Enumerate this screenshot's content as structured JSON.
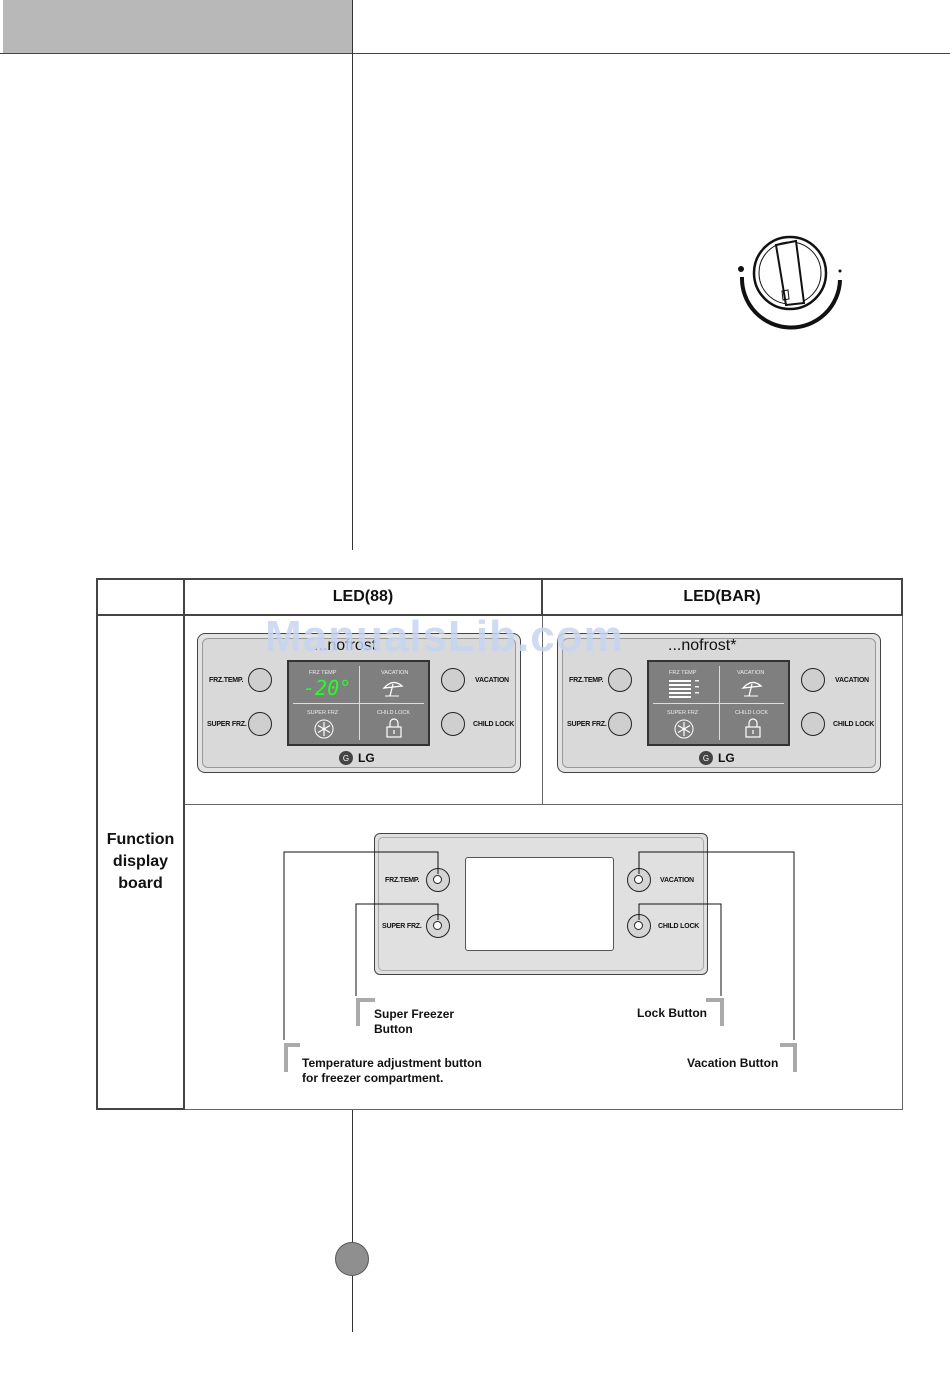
{
  "table": {
    "col1_header": "LED(88)",
    "col2_header": "LED(BAR)",
    "row_header": "Function display board"
  },
  "panel_88": {
    "brand": "...nofrost",
    "lg": "LG",
    "frz_temp": "FRZ.TEMP.",
    "super_frz": "SUPER FRZ.",
    "vacation": "VACATION",
    "child_lock": "CHILD LOCK",
    "disp_frz_temp": "FRZ TEMP",
    "disp_vacation": "VACATION",
    "disp_super_frz": "SUPER FRZ",
    "disp_child_lock": "CHILD LOCK",
    "temp_readout": "-20°"
  },
  "panel_bar": {
    "brand": "...nofrost*",
    "lg": "LG",
    "frz_temp": "FRZ.TEMP.",
    "super_frz": "SUPER FRZ.",
    "vacation": "VACATION",
    "child_lock": "CHILD LOCK",
    "disp_frz_temp": "FRZ TEMP",
    "disp_vacation": "VACATION",
    "disp_super_frz": "SUPER FRZ",
    "disp_child_lock": "CHILD LOCK"
  },
  "diagram": {
    "frz_temp": "FRZ.TEMP.",
    "super_frz": "SUPER FRZ.",
    "vacation": "VACATION",
    "child_lock": "CHILD LOCK",
    "callout_super_freezer": "Super Freezer\nButton",
    "callout_lock": "Lock Button",
    "callout_temp": "Temperature adjustment button\nfor freezer compartment.",
    "callout_vacation": "Vacation Button"
  },
  "watermark": "ManualsLib.com"
}
